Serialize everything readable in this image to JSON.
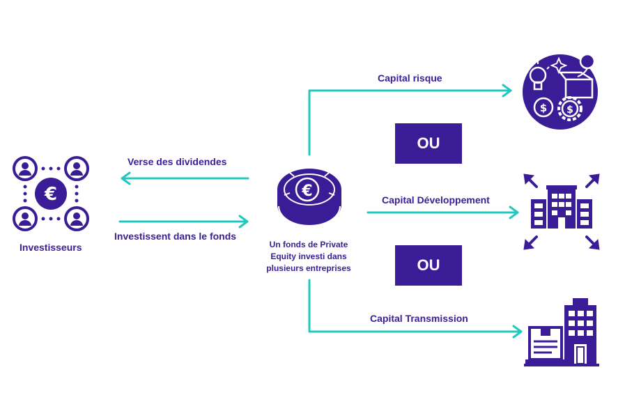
{
  "colors": {
    "primary": "#3a1d96",
    "arrow": "#21c8c0",
    "background": "#ffffff"
  },
  "investors": {
    "label": "Investisseurs",
    "icon": "investors-euro-network-icon"
  },
  "flows": {
    "dividends_label": "Verse des dividendes",
    "invest_label": "Investissent dans le fonds"
  },
  "fund": {
    "caption": "Un fonds de Private Equity investi dans plusieurs entreprises",
    "icon": "euro-coin-stack-icon"
  },
  "branches": [
    {
      "label": "Capital risque",
      "icon": "startup-innovation-icon"
    },
    {
      "label": "Capital Développement",
      "icon": "company-growth-icon"
    },
    {
      "label": "Capital Transmission",
      "icon": "business-transfer-icon"
    }
  ],
  "separators": [
    "OU",
    "OU"
  ]
}
